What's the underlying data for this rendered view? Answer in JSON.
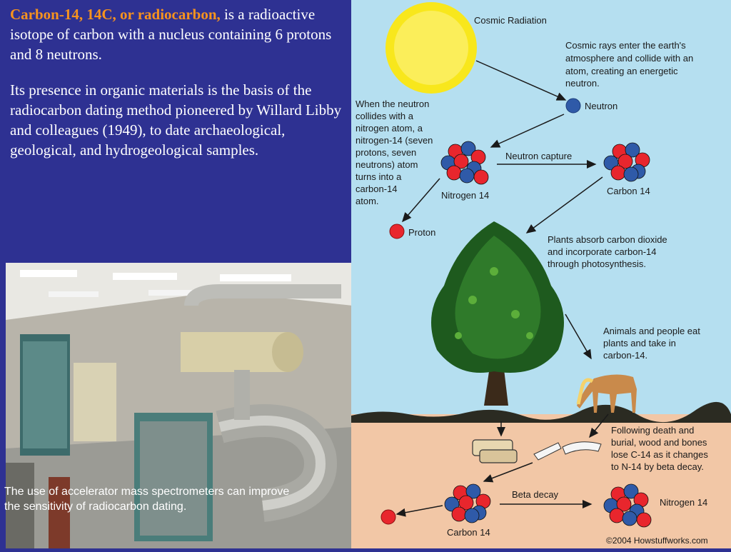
{
  "text": {
    "p1_highlight": "Carbon-14, 14C, or radiocarbon,",
    "p1_rest": " is a radioactive isotope of carbon with a nucleus containing 6 protons and 8 neutrons.",
    "p2": "Its presence in organic materials is the basis of the radiocarbon dating method pioneered by Willard Libby and colleagues (1949), to date archaeological, geological, and hydrogeological samples."
  },
  "photo": {
    "caption_line1": "The use of accelerator mass spectrometers can improve",
    "caption_line2": "the sensitivity of radiocarbon dating."
  },
  "diagram": {
    "cosmic_radiation": "Cosmic Radiation",
    "cosmic_rays": [
      "Cosmic rays enter the earth's",
      "atmosphere and collide with an",
      "atom, creating an energetic",
      "neutron."
    ],
    "neutron": "Neutron",
    "collision": [
      "When the neutron",
      "collides with a",
      "nitrogen atom, a",
      "nitrogen-14 (seven",
      "protons, seven",
      "neutrons) atom",
      "turns into a",
      "carbon-14",
      "atom."
    ],
    "neutron_capture": "Neutron capture",
    "nitrogen14_top": "Nitrogen 14",
    "carbon14_top": "Carbon 14",
    "proton": "Proton",
    "plants": [
      "Plants absorb carbon dioxide",
      "and incorporate carbon-14",
      "through photosynthesis."
    ],
    "animals": [
      "Animals and people eat",
      "plants and take in",
      "carbon-14."
    ],
    "death": [
      "Following death and",
      "burial, wood and bones",
      "lose C-14 as it changes",
      "to N-14 by beta decay."
    ],
    "beta_decay": "Beta decay",
    "carbon14_bottom": "Carbon 14",
    "nitrogen14_bottom": "Nitrogen 14",
    "copyright": "©2004 Howstuffworks.com"
  },
  "colors": {
    "background": "#2e3192",
    "accent": "#f7931e",
    "sky": "#b5dff0",
    "soil": "#f2c7a6",
    "proton": "#e8262d",
    "neutron": "#2f5aa8"
  }
}
